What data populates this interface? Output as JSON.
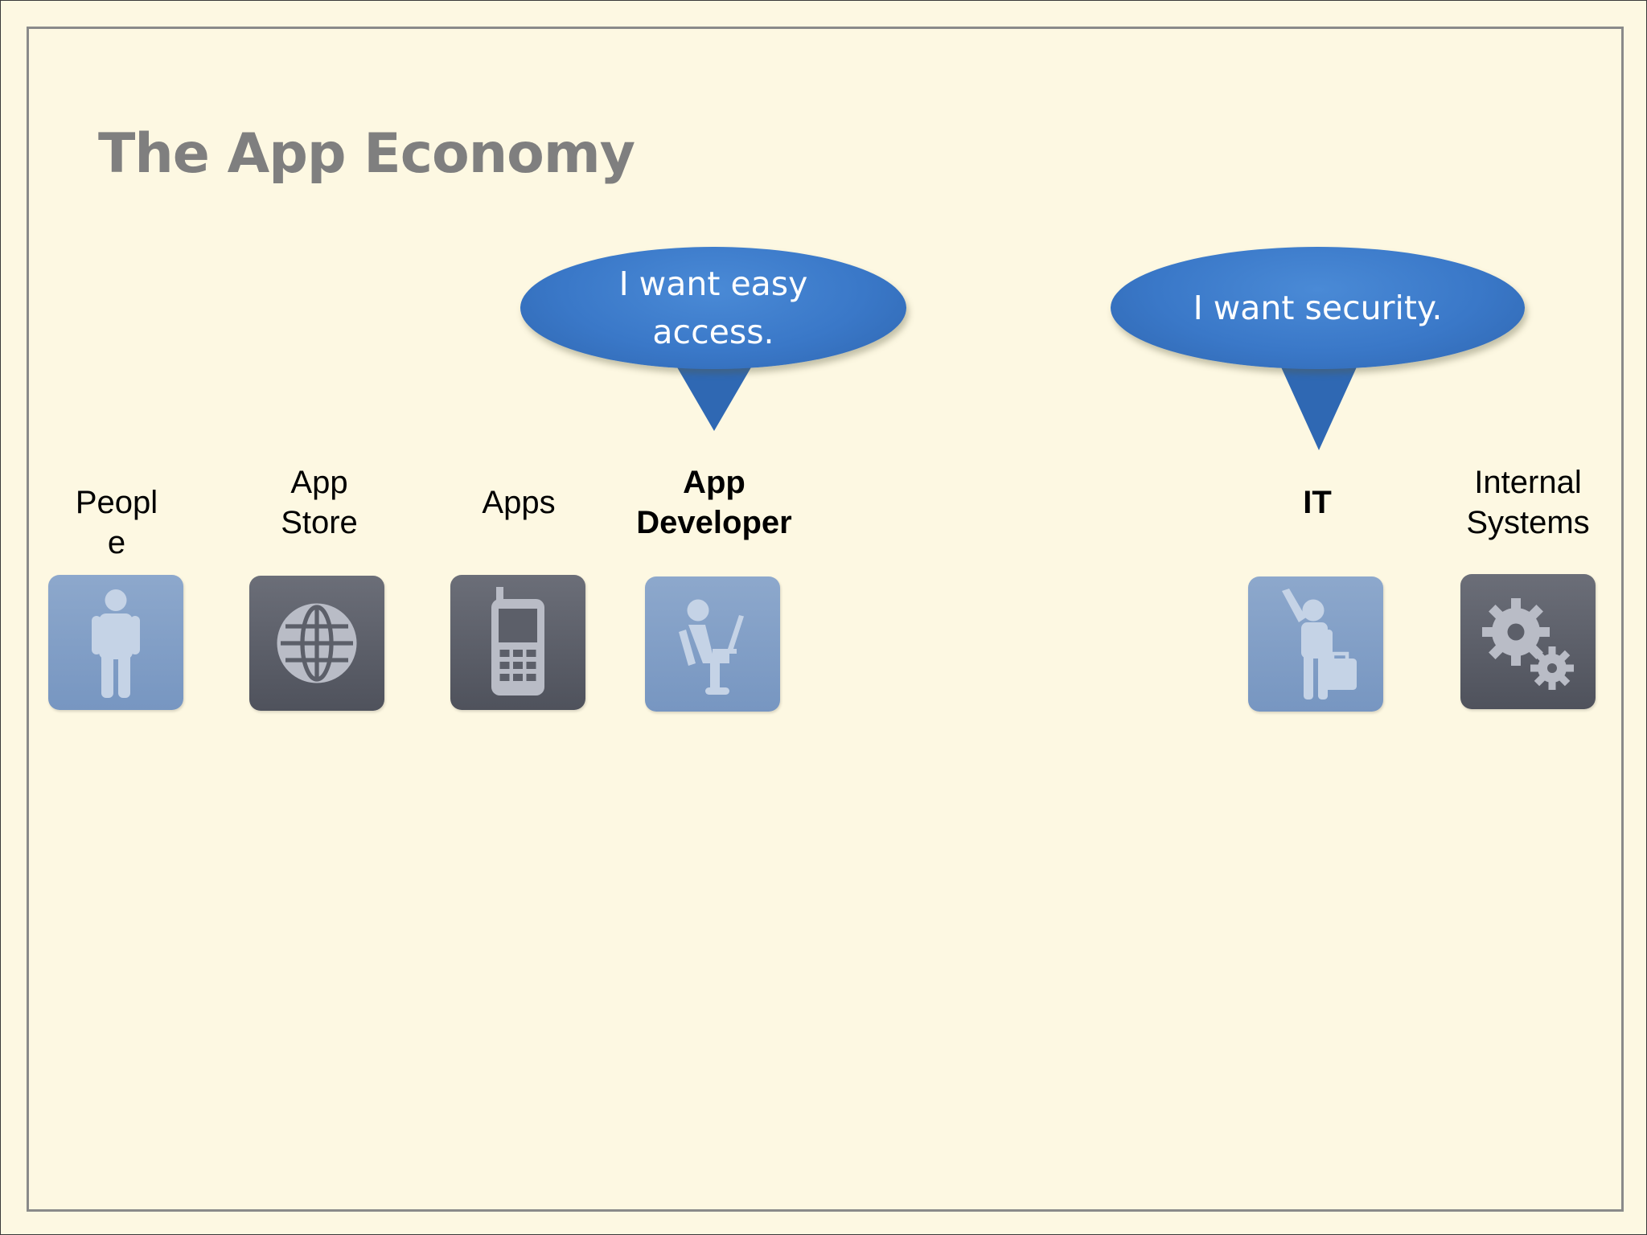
{
  "slide": {
    "title": "The App Economy",
    "colors": {
      "background": "#fdf8e2",
      "title": "#7f7f7f",
      "bubble": "#3a78c8",
      "tile_light": "#7f9dc6",
      "tile_dark": "#5a5d67"
    }
  },
  "bubbles": [
    {
      "text": "I want easy access."
    },
    {
      "text": "I want security."
    }
  ],
  "actors": [
    {
      "label": "Peopl\ne",
      "bold": false,
      "icon": "person-icon"
    },
    {
      "label": "App\nStore",
      "bold": false,
      "icon": "globe-icon"
    },
    {
      "label": "Apps",
      "bold": false,
      "icon": "mobile-phone-icon"
    },
    {
      "label": "App\nDeveloper",
      "bold": true,
      "icon": "developer-at-laptop-icon"
    },
    {
      "label": "IT",
      "bold": true,
      "icon": "it-person-with-briefcase-icon"
    },
    {
      "label": "Internal\nSystems",
      "bold": false,
      "icon": "gears-icon"
    }
  ]
}
